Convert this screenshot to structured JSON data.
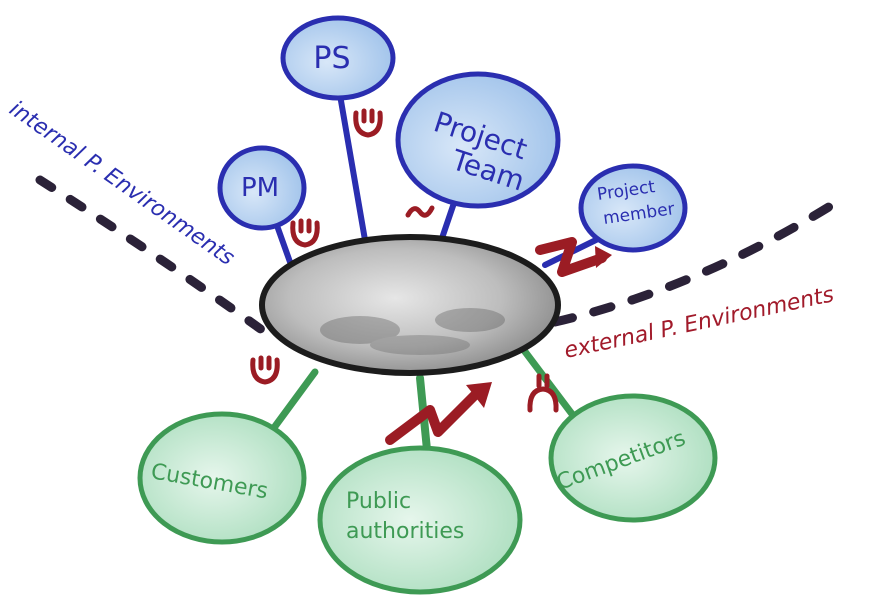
{
  "stakeholders": {
    "internal": [
      {
        "id": "ps",
        "label_lines": [
          "PS"
        ],
        "sentiment": "positive"
      },
      {
        "id": "pm",
        "label_lines": [
          "PM"
        ],
        "sentiment": "positive"
      },
      {
        "id": "project-team",
        "label_lines": [
          "Project",
          "Team"
        ],
        "sentiment": "neutral"
      },
      {
        "id": "project-member",
        "label_lines": [
          "Project",
          "member"
        ],
        "sentiment": "rising-conflict"
      }
    ],
    "external": [
      {
        "id": "customers",
        "label_lines": [
          "Customers"
        ],
        "sentiment": "positive"
      },
      {
        "id": "public-authorities",
        "label_lines": [
          "Public",
          "authorities"
        ],
        "sentiment": "rising-conflict"
      },
      {
        "id": "competitors",
        "label_lines": [
          "Competitors"
        ],
        "sentiment": "negative"
      }
    ]
  },
  "boundary_labels": {
    "internal": "internal P. Environments",
    "external": "external P. Environments"
  },
  "colors": {
    "internal_stroke": "#2a2eb0",
    "internal_fill": "#b9d4f0",
    "external_stroke": "#3e9a54",
    "external_fill": "#c4ead2",
    "sentiment": "#9b1c24",
    "boundary_dash": "#2b2238",
    "external_label": "#a11a2a",
    "internal_label": "#2a2eb0",
    "project_fill": "#bcbcbc",
    "project_stroke": "#1c1c1c"
  }
}
